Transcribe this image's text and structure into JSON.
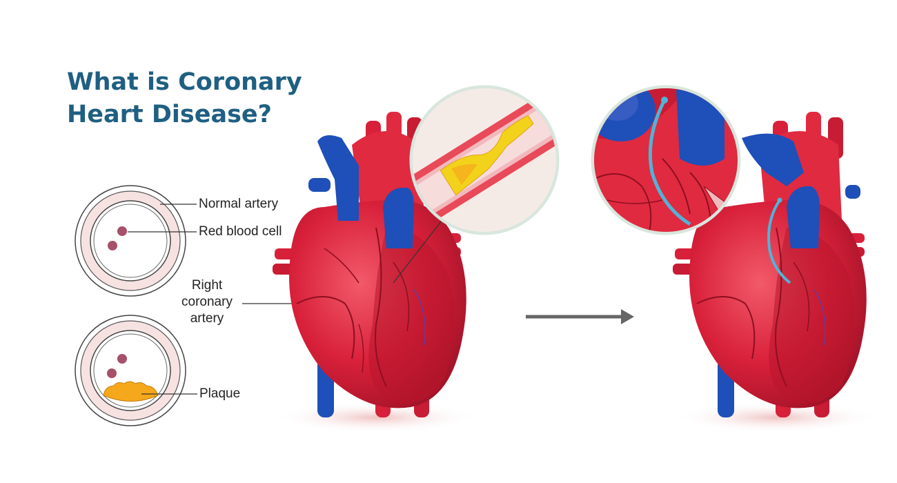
{
  "title": {
    "line1": "What is Coronary",
    "line2": "Heart Disease?"
  },
  "labels": {
    "normal_artery": "Normal artery",
    "red_blood_cell": "Red blood cell",
    "right_coronary_artery": [
      "Right",
      "coronary",
      "artery"
    ],
    "plaque": "Plaque"
  },
  "colors": {
    "title": "#1f5f82",
    "heart_red": "#d8203a",
    "vessel_blue": "#1f4fb8",
    "plaque_orange": "#f6a81c",
    "plaque_yellow": "#f3d21c",
    "artery_wall_pink": "#f7e2e2",
    "blood_cell": "#a6506a",
    "bypass_graft": "#4fb4d8",
    "arrow_gray": "#666666"
  },
  "icons": [
    "artery-cross-section-icon",
    "heart-icon",
    "magnifier-circle-icon",
    "right-arrow-icon"
  ]
}
